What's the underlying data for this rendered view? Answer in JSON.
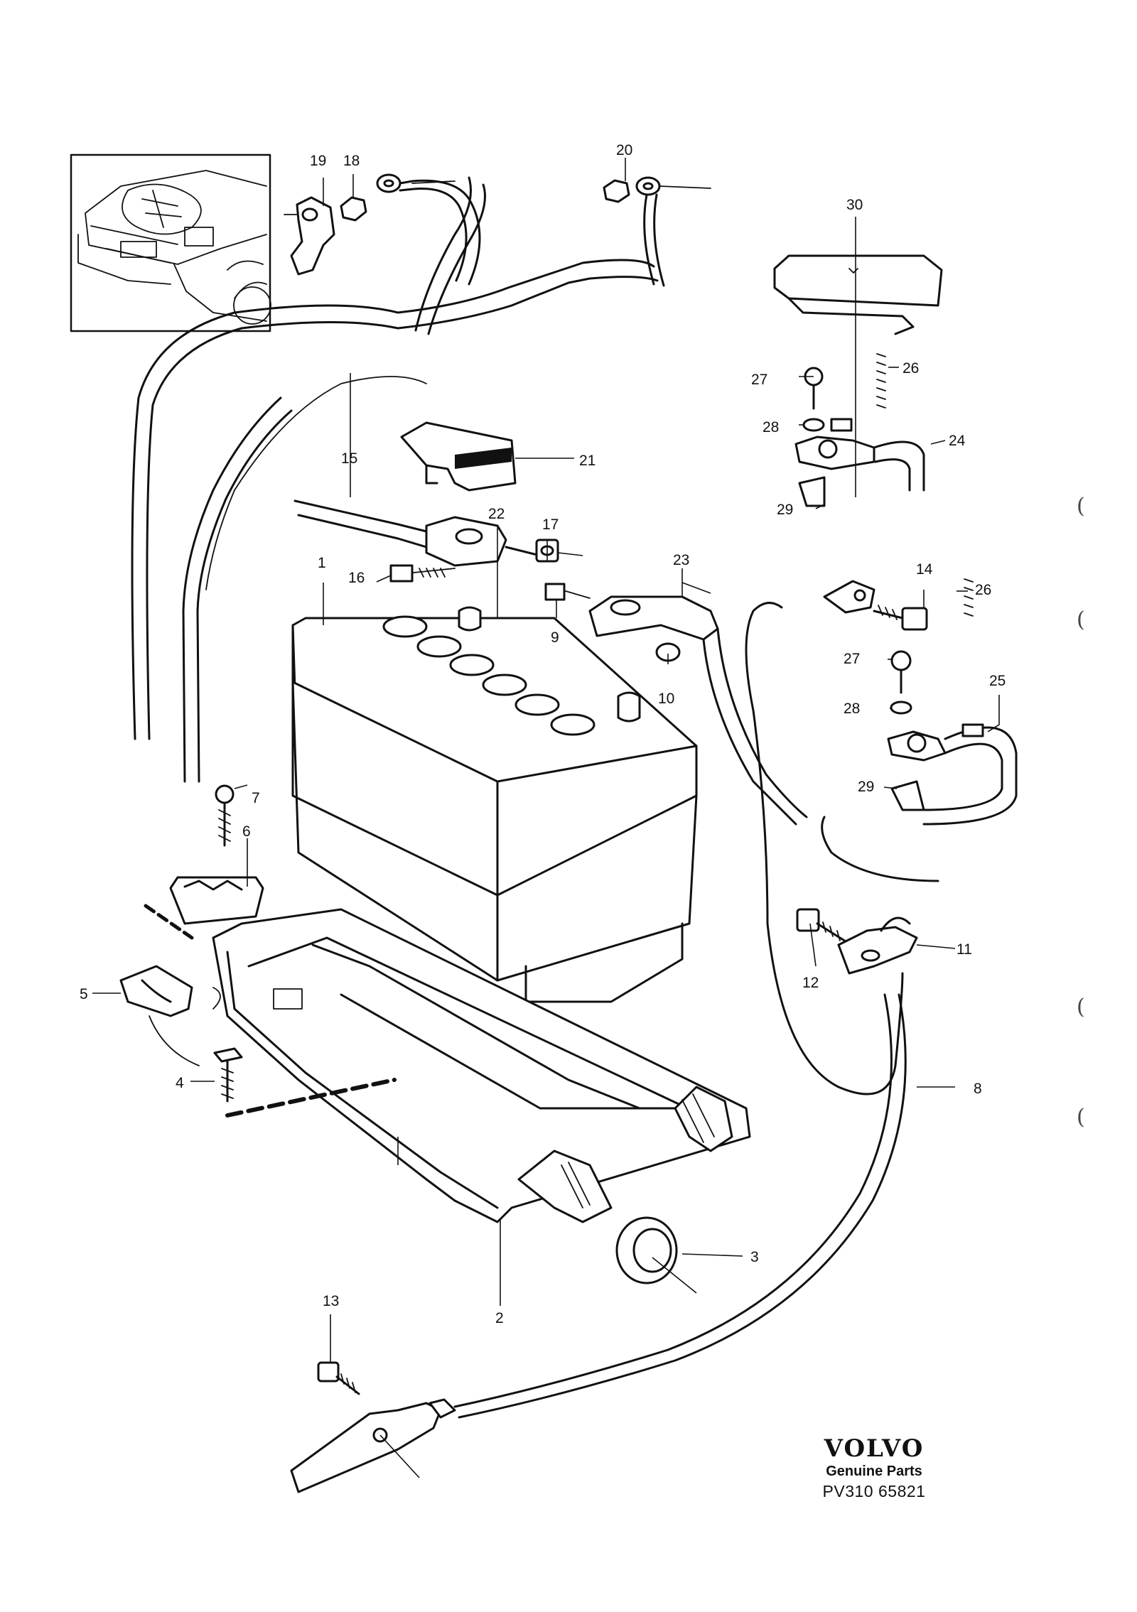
{
  "diagram": {
    "callouts": [
      "1",
      "2",
      "3",
      "4",
      "5",
      "6",
      "7",
      "8",
      "9",
      "10",
      "11",
      "12",
      "13",
      "14",
      "15",
      "16",
      "17",
      "18",
      "19",
      "20",
      "21",
      "22",
      "23",
      "24",
      "25",
      "26",
      "26",
      "27",
      "27",
      "28",
      "28",
      "29",
      "29",
      "30"
    ],
    "margin_marks": [
      "(",
      "(",
      "(",
      "("
    ]
  },
  "brand": {
    "logo": "VOLVO",
    "subtitle": "Genuine Parts",
    "code": "PV310 65821"
  }
}
